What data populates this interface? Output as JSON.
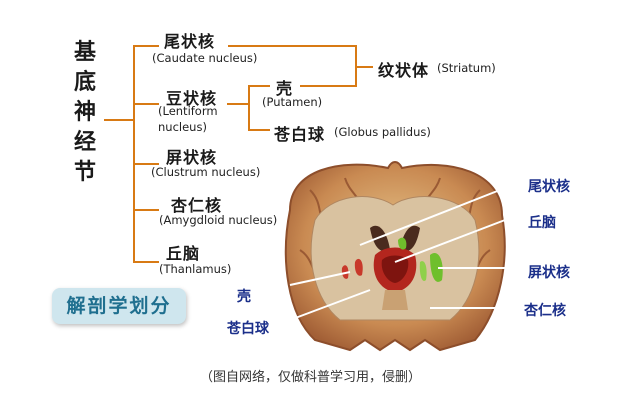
{
  "title_chars": [
    "基",
    "底",
    "神",
    "经",
    "节"
  ],
  "items": {
    "caudate": {
      "zh": "尾状核",
      "en": "(Caudate nucleus)"
    },
    "lentiform": {
      "zh": "豆状核",
      "en1": "(Lentiform",
      "en2": "nucleus)"
    },
    "clustrum": {
      "zh": "屏状核",
      "en": "(Clustrum nucleus)"
    },
    "amygdaloid": {
      "zh": "杏仁核",
      "en": "(Amygdloid nucleus)"
    },
    "thalamus": {
      "zh": "丘脑",
      "en": "(Thanlamus)"
    },
    "putamen": {
      "zh": "壳",
      "en": "(Putamen)"
    },
    "globus": {
      "zh": "苍白球",
      "en": "(Globus pallidus)"
    },
    "striatum": {
      "zh": "纹状体",
      "en": "(Striatum)"
    }
  },
  "badge": "解剖学划分",
  "brain_labels": {
    "right": [
      "尾状核",
      "丘脑",
      "屏状核",
      "杏仁核"
    ],
    "left": [
      "壳",
      "苍白球"
    ]
  },
  "caption": "（图自网络，仅做科普学习用，侵删）",
  "colors": {
    "bracket": "#d87a14",
    "label_blue": "#1b2f8a",
    "badge_bg": "#cfe6ee",
    "badge_text": "#1f6f8f"
  }
}
